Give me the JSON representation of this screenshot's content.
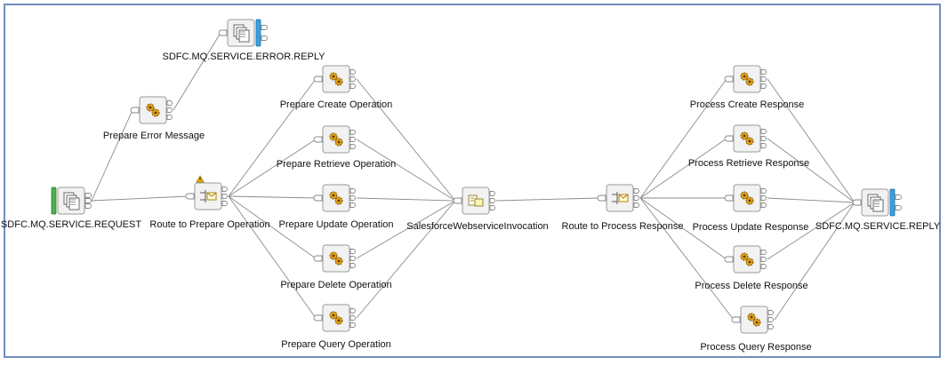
{
  "nodes": [
    {
      "id": "in",
      "type": "mqinput",
      "label": "SDFC.MQ.SERVICE.REQUEST"
    },
    {
      "id": "err",
      "type": "compute",
      "label": "Prepare Error Message"
    },
    {
      "id": "erq",
      "type": "mqoutput",
      "label": "SDFC.MQ.SERVICE.ERROR.REPLY"
    },
    {
      "id": "rt1",
      "type": "route",
      "label": "Route to Prepare Operation",
      "warning": true
    },
    {
      "id": "pc",
      "type": "compute",
      "label": "Prepare Create Operation"
    },
    {
      "id": "pr",
      "type": "compute",
      "label": "Prepare Retrieve Operation"
    },
    {
      "id": "pu",
      "type": "compute",
      "label": "Prepare Update Operation"
    },
    {
      "id": "pd",
      "type": "compute",
      "label": "Prepare Delete Operation"
    },
    {
      "id": "pq",
      "type": "compute",
      "label": "Prepare Query Operation"
    },
    {
      "id": "ws",
      "type": "soap",
      "label": "SalesforceWebserviceInvocation"
    },
    {
      "id": "rt2",
      "type": "route",
      "label": "Route to Process Response"
    },
    {
      "id": "rc",
      "type": "compute",
      "label": "Process Create Response"
    },
    {
      "id": "rr",
      "type": "compute",
      "label": "Process Retrieve Response"
    },
    {
      "id": "ru",
      "type": "compute",
      "label": "Process Update Response"
    },
    {
      "id": "rd",
      "type": "compute",
      "label": "Process Delete Response"
    },
    {
      "id": "rq",
      "type": "compute",
      "label": "Process Query Response"
    },
    {
      "id": "out",
      "type": "mqoutput",
      "label": "SDFC.MQ.SERVICE.REPLY"
    }
  ],
  "connections": [
    [
      "in",
      "rt1"
    ],
    [
      "in",
      "err"
    ],
    [
      "err",
      "erq"
    ],
    [
      "rt1",
      "pc"
    ],
    [
      "rt1",
      "pr"
    ],
    [
      "rt1",
      "pu"
    ],
    [
      "rt1",
      "pd"
    ],
    [
      "rt1",
      "pq"
    ],
    [
      "pc",
      "ws"
    ],
    [
      "pr",
      "ws"
    ],
    [
      "pu",
      "ws"
    ],
    [
      "pd",
      "ws"
    ],
    [
      "pq",
      "ws"
    ],
    [
      "ws",
      "rt2"
    ],
    [
      "rt2",
      "rc"
    ],
    [
      "rt2",
      "rr"
    ],
    [
      "rt2",
      "ru"
    ],
    [
      "rt2",
      "rd"
    ],
    [
      "rt2",
      "rq"
    ],
    [
      "rc",
      "out"
    ],
    [
      "rr",
      "out"
    ],
    [
      "ru",
      "out"
    ],
    [
      "rd",
      "out"
    ],
    [
      "rq",
      "out"
    ]
  ],
  "colors": {
    "frame": "#6f8fbe",
    "wire": "#8a8a8a",
    "input_bar": "#4caf50",
    "output_bar": "#3aa0e0",
    "compute_gear": "#e3a21a",
    "warning": "#f0b000"
  }
}
